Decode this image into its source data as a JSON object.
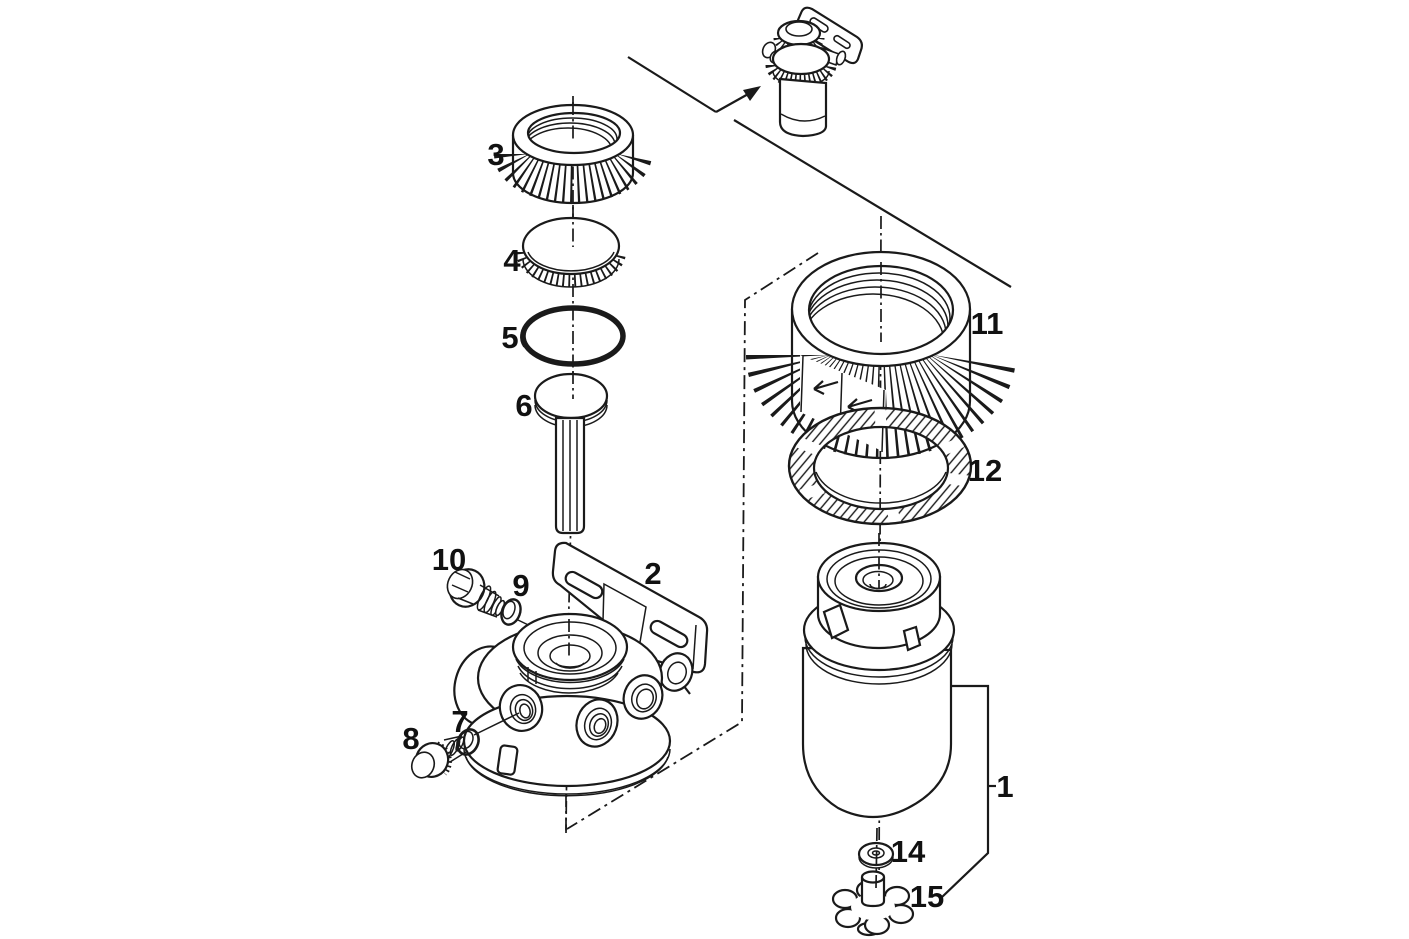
{
  "colors": {
    "background": "#ffffff",
    "line": "#1a1a1a"
  },
  "part_labels": {
    "1": "1",
    "2": "2",
    "3": "3",
    "4": "4",
    "5": "5",
    "6": "6",
    "7": "7",
    "8": "8",
    "9": "9",
    "10": "10",
    "11": "11",
    "12": "12",
    "14": "14",
    "15": "15"
  }
}
